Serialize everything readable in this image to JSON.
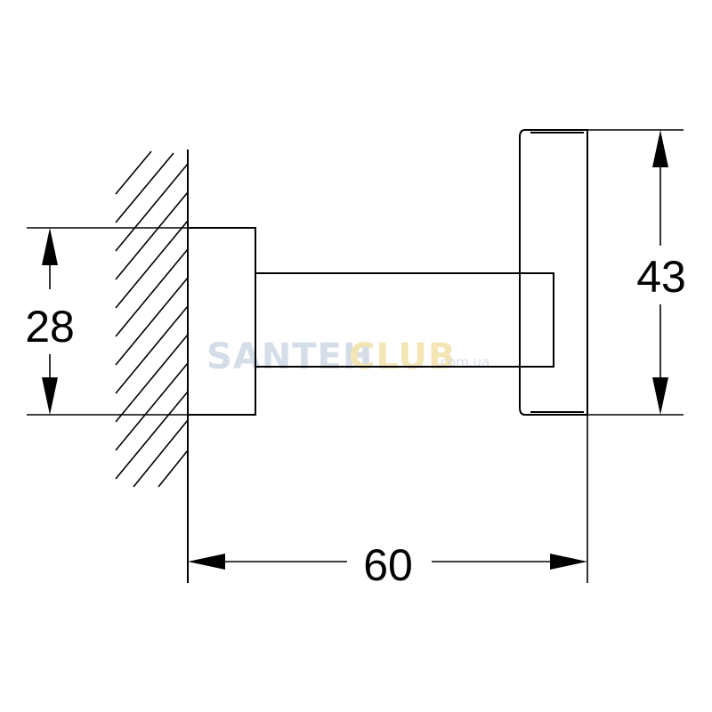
{
  "dimensions": {
    "base_height": "28",
    "projection": "60",
    "hook_height": "43"
  },
  "watermark": {
    "part1": "SANTEH",
    "part2": "CLUB",
    "domain": ".com.ua"
  },
  "colors": {
    "line": "#000000",
    "background": "#ffffff",
    "watermark_blue": "#d4dde8",
    "watermark_yellow": "#f4e6b4"
  }
}
